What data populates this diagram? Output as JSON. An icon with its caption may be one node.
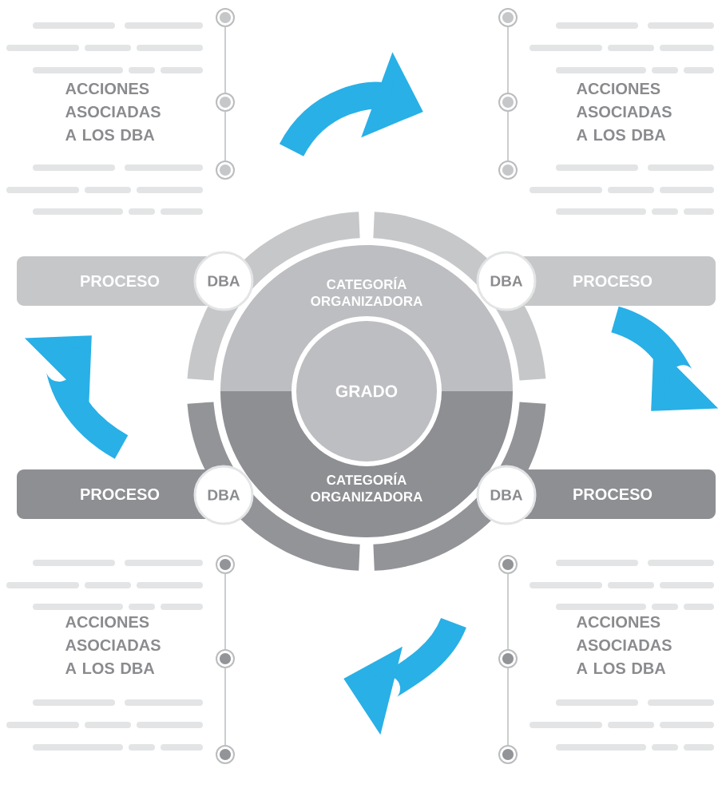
{
  "diagram": {
    "nodes": [
      {
        "text": [
          "GRADO"
        ]
      },
      {
        "text": [
          "CATEGORÍA ORGANIZADORA"
        ]
      },
      {
        "text": [
          "CATEGORÍA ORGANIZADORA"
        ]
      },
      {
        "text": [
          "PROCESO"
        ]
      },
      {
        "text": [
          "DBA"
        ]
      },
      {
        "text": [
          "DBA"
        ]
      },
      {
        "text": [
          "PROCESO"
        ]
      },
      {
        "text": [
          "PROCESO"
        ]
      },
      {
        "text": [
          "DBA"
        ]
      },
      {
        "text": [
          "DBA"
        ]
      },
      {
        "text": [
          "PROCESO"
        ]
      }
    ],
    "labels": [
      "ACCIONES ASOCIADAS A LOS DBA",
      "ACCIONES ASOCIADAS A LOS DBA",
      "ACCIONES ASOCIADAS A LOS DBA",
      "ACCIONES ASOCIADAS A LOS DBA"
    ]
  }
}
